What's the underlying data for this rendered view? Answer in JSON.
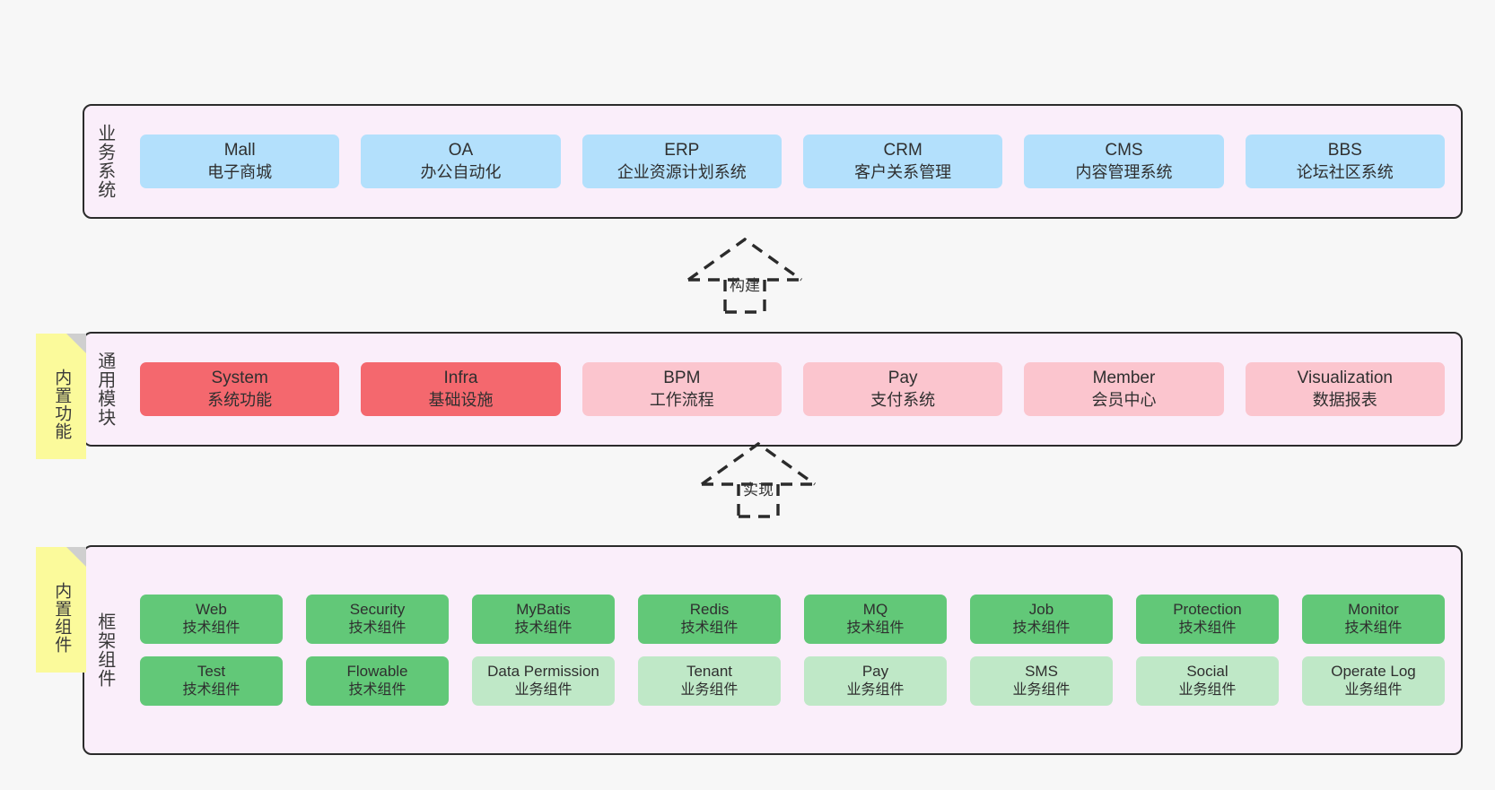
{
  "layers": [
    {
      "id": "business",
      "title": "业务系统",
      "rows": [
        {
          "cards": [
            {
              "en": "Mall",
              "cn": "电子商城",
              "color": "#b3e0fc",
              "style": "c-blue"
            },
            {
              "en": "OA",
              "cn": "办公自动化",
              "color": "#b3e0fc",
              "style": "c-blue"
            },
            {
              "en": "ERP",
              "cn": "企业资源计划系统",
              "color": "#b3e0fc",
              "style": "c-blue"
            },
            {
              "en": "CRM",
              "cn": "客户关系管理",
              "color": "#b3e0fc",
              "style": "c-blue"
            },
            {
              "en": "CMS",
              "cn": "内容管理系统",
              "color": "#b3e0fc",
              "style": "c-blue"
            },
            {
              "en": "BBS",
              "cn": "论坛社区系统",
              "color": "#b3e0fc",
              "style": "c-blue"
            }
          ]
        }
      ]
    },
    {
      "id": "common",
      "title": "通用模块",
      "rows": [
        {
          "cards": [
            {
              "en": "System",
              "cn": "系统功能",
              "color": "#f4686e",
              "style": "c-red"
            },
            {
              "en": "Infra",
              "cn": "基础设施",
              "color": "#f4686e",
              "style": "c-red"
            },
            {
              "en": "BPM",
              "cn": "工作流程",
              "color": "#fbc5ce",
              "style": "c-pink"
            },
            {
              "en": "Pay",
              "cn": "支付系统",
              "color": "#fbc5ce",
              "style": "c-pink"
            },
            {
              "en": "Member",
              "cn": "会员中心",
              "color": "#fbc5ce",
              "style": "c-pink"
            },
            {
              "en": "Visualization",
              "cn": "数据报表",
              "color": "#fbc5ce",
              "style": "c-pink"
            }
          ]
        }
      ]
    },
    {
      "id": "framework",
      "title": "框架组件",
      "rows": [
        {
          "cards": [
            {
              "en": "Web",
              "cn": "技术组件",
              "color": "#62c878",
              "style": "c-green"
            },
            {
              "en": "Security",
              "cn": "技术组件",
              "color": "#62c878",
              "style": "c-green"
            },
            {
              "en": "MyBatis",
              "cn": "技术组件",
              "color": "#62c878",
              "style": "c-green"
            },
            {
              "en": "Redis",
              "cn": "技术组件",
              "color": "#62c878",
              "style": "c-green"
            },
            {
              "en": "MQ",
              "cn": "技术组件",
              "color": "#62c878",
              "style": "c-green"
            },
            {
              "en": "Job",
              "cn": "技术组件",
              "color": "#62c878",
              "style": "c-green"
            },
            {
              "en": "Protection",
              "cn": "技术组件",
              "color": "#62c878",
              "style": "c-green"
            },
            {
              "en": "Monitor",
              "cn": "技术组件",
              "color": "#62c878",
              "style": "c-green"
            }
          ]
        },
        {
          "cards": [
            {
              "en": "Test",
              "cn": "技术组件",
              "color": "#62c878",
              "style": "c-green"
            },
            {
              "en": "Flowable",
              "cn": "技术组件",
              "color": "#62c878",
              "style": "c-green"
            },
            {
              "en": "Data Permission",
              "cn": "业务组件",
              "color": "#bfe8c7",
              "style": "c-lightgreen"
            },
            {
              "en": "Tenant",
              "cn": "业务组件",
              "color": "#bfe8c7",
              "style": "c-lightgreen"
            },
            {
              "en": "Pay",
              "cn": "业务组件",
              "color": "#bfe8c7",
              "style": "c-lightgreen"
            },
            {
              "en": "SMS",
              "cn": "业务组件",
              "color": "#bfe8c7",
              "style": "c-lightgreen"
            },
            {
              "en": "Social",
              "cn": "业务组件",
              "color": "#bfe8c7",
              "style": "c-lightgreen"
            },
            {
              "en": "Operate Log",
              "cn": "业务组件",
              "color": "#bfe8c7",
              "style": "c-lightgreen"
            }
          ]
        }
      ]
    }
  ],
  "notes": [
    {
      "id": "note-builtin-function",
      "text": "内置功能"
    },
    {
      "id": "note-builtin-component",
      "text": "内置组件"
    }
  ],
  "connectors": [
    {
      "id": "connector-build",
      "label": "构建"
    },
    {
      "id": "connector-implement",
      "label": "实现"
    }
  ],
  "colors": {
    "background": "#f7f7f7",
    "layer_fill": "#faeefa",
    "layer_border": "#2b2b2b",
    "note_fill": "#fbfa9b",
    "note_fold": "#cfcfcf",
    "connector": "#2b2b2b"
  }
}
